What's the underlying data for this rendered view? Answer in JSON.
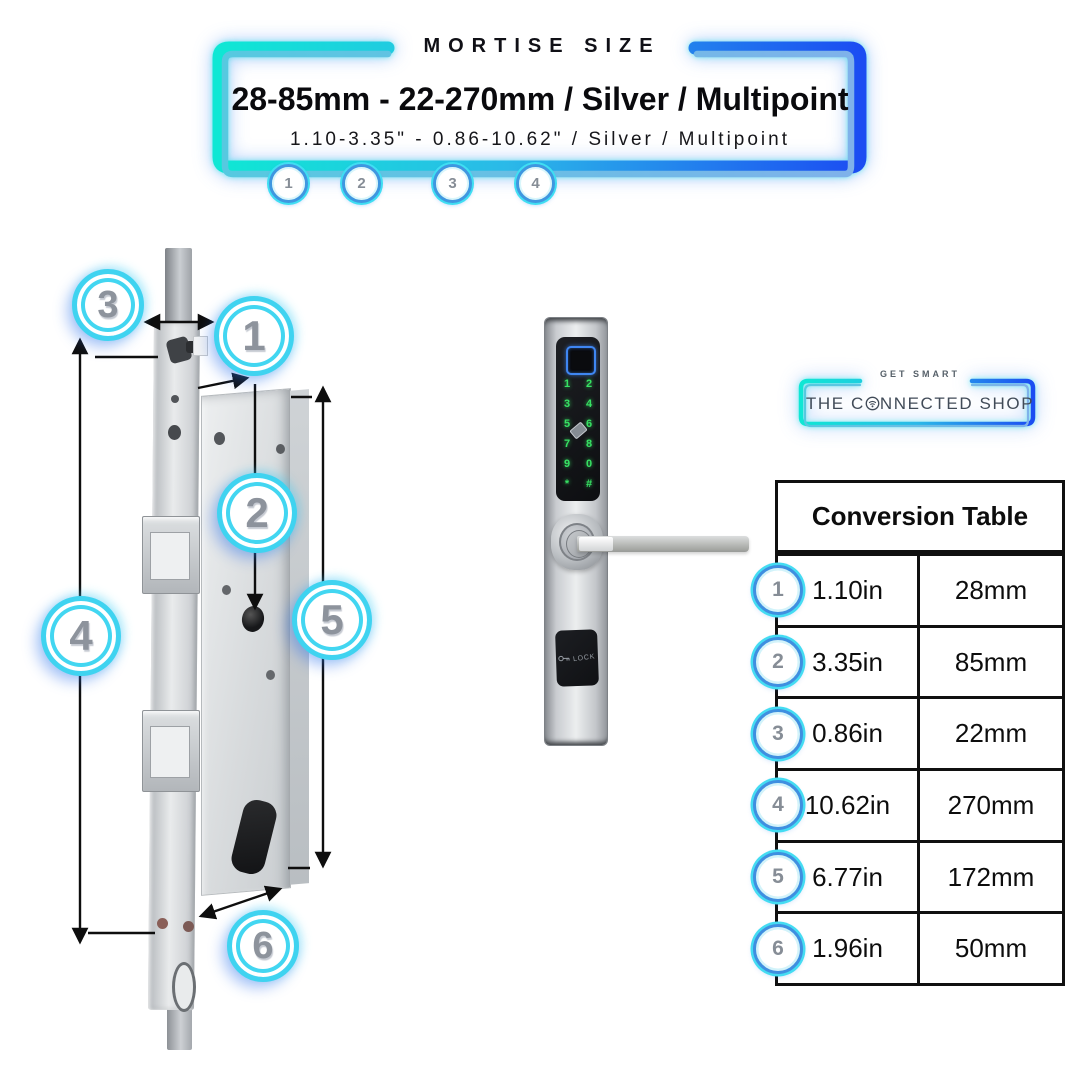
{
  "header": {
    "eyebrow": "MORTISE SIZE",
    "title": "28-85mm - 22-270mm / Silver / Multipoint",
    "subtitle": "1.10-3.35\" - 0.86-10.62\" / Silver / Multipoint",
    "badges": [
      "1",
      "2",
      "3",
      "4"
    ]
  },
  "callouts": [
    "3",
    "1",
    "2",
    "4",
    "5",
    "6"
  ],
  "keypad": {
    "keys": [
      "1",
      "2",
      "3",
      "4",
      "5",
      "6",
      "7",
      "8",
      "9",
      "0",
      "*",
      "#"
    ],
    "lock_label": "LOCK"
  },
  "logo": {
    "tagline": "GET SMART",
    "name_prefix": "THE C",
    "name_suffix": "NNECTED SHOP"
  },
  "conversion_table": {
    "title": "Conversion Table",
    "rows": [
      {
        "badge": "1",
        "inches": "1.10in",
        "mm": "28mm"
      },
      {
        "badge": "2",
        "inches": "3.35in",
        "mm": "85mm"
      },
      {
        "badge": "3",
        "inches": "0.86in",
        "mm": "22mm"
      },
      {
        "badge": "4",
        "inches": "10.62in",
        "mm": "270mm"
      },
      {
        "badge": "5",
        "inches": "6.77in",
        "mm": "172mm"
      },
      {
        "badge": "6",
        "inches": "1.96in",
        "mm": "50mm"
      }
    ]
  },
  "colors": {
    "neon_cyan": "#0fe7d4",
    "neon_blue": "#1b4df2",
    "inner_stroke_blue": "#7fb2ea",
    "digit_green": "#37e263",
    "fingerprint_blue": "#3f86f2",
    "badge_number_gray": "#868d96",
    "table_border": "#101010"
  }
}
